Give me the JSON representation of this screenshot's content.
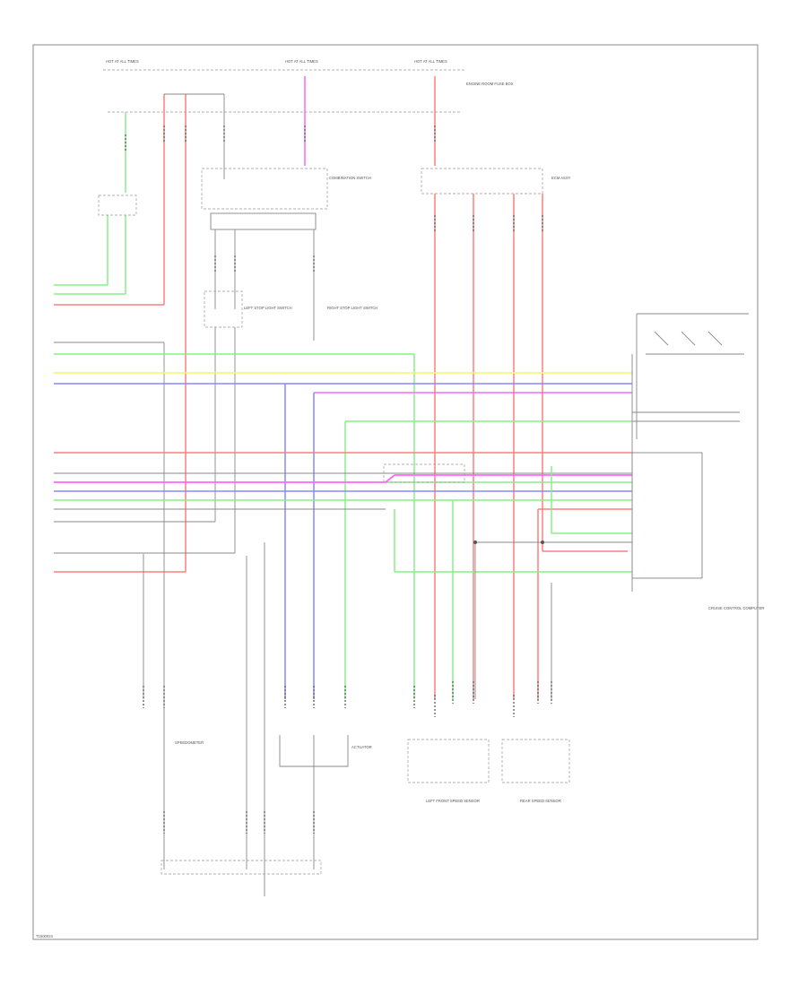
{
  "diagram": {
    "labels": {
      "hot_at_all_times_1": "HOT AT ALL TIMES",
      "hot_at_all_times_2": "HOT AT ALL TIMES",
      "hot_at_all_times_3": "HOT AT ALL TIMES",
      "engine_room_fuse_box": "ENGINE ROOM FUSE BOX",
      "combination_switch": "COMBINATION SWITCH",
      "left_stop_light_switch": "LEFT STOP LIGHT SWITCH",
      "right_stop_light_switch": "RIGHT STOP LIGHT SWITCH",
      "cruise_control_computer": "CRUISE CONTROL COMPUTER",
      "ecm_assy": "ECM ASSY",
      "left_front_speed_sensor": "LEFT FRONT SPEED SENSOR",
      "rear_speed_sensor": "REAR SPEED SENSOR",
      "actuator": "ACTUATOR",
      "speedometer": "SPEEDOMETER",
      "figure_code": "T1500024"
    },
    "colors": {
      "red": "#ff7f7f",
      "green": "#88ee88",
      "yellow": "#f5f57a",
      "blue": "#8888ff",
      "magenta": "#ff66ff",
      "gray": "#999999"
    }
  }
}
